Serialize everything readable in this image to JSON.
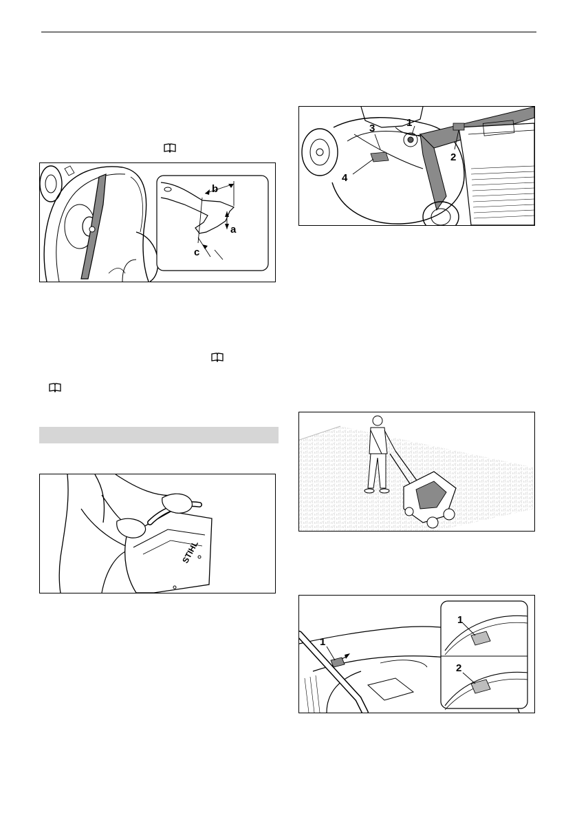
{
  "figures": {
    "blade": {
      "labels": {
        "a": "a",
        "b": "b",
        "c": "c"
      }
    },
    "engine": {
      "labels": {
        "one": "1",
        "two": "2",
        "three": "3",
        "four": "4"
      }
    },
    "catcher": {
      "brand": "STIHL"
    },
    "level": {
      "labels": {
        "one_main": "1",
        "one_inset": "1",
        "two_inset": "2"
      }
    }
  },
  "colors": {
    "page": "#ffffff",
    "ink": "#000000",
    "section_bar": "#d6d6d6",
    "highlight": "#8a8a8a"
  },
  "icons": [
    "book-icon",
    "book-icon",
    "book-icon"
  ]
}
